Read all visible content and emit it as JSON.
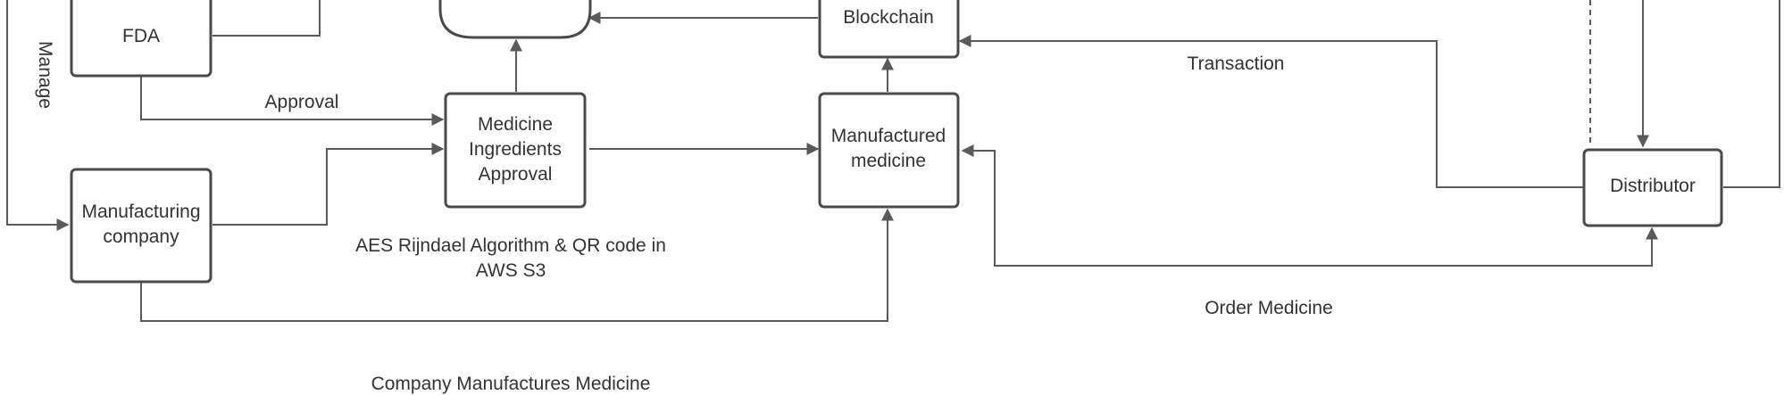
{
  "nodes": {
    "fda": {
      "label": "FDA"
    },
    "blockchain": {
      "label": "Blockchain"
    },
    "medicine_ingredients_approval": {
      "lines": [
        "Medicine",
        "Ingredients",
        "Approval"
      ]
    },
    "manufactured_medicine": {
      "lines": [
        "Manufactured",
        "medicine"
      ]
    },
    "manufacturing_company": {
      "lines": [
        "Manufacturing",
        "company"
      ]
    },
    "distributor": {
      "label": "Distributor"
    }
  },
  "edge_labels": {
    "manage": "Manage",
    "approval": "Approval",
    "transaction": "Transaction",
    "aes": [
      "AES Rijndael Algorithm & QR code in",
      "AWS S3"
    ],
    "order_medicine": "Order Medicine",
    "company_manufactures": "Company Manufactures Medicine"
  }
}
